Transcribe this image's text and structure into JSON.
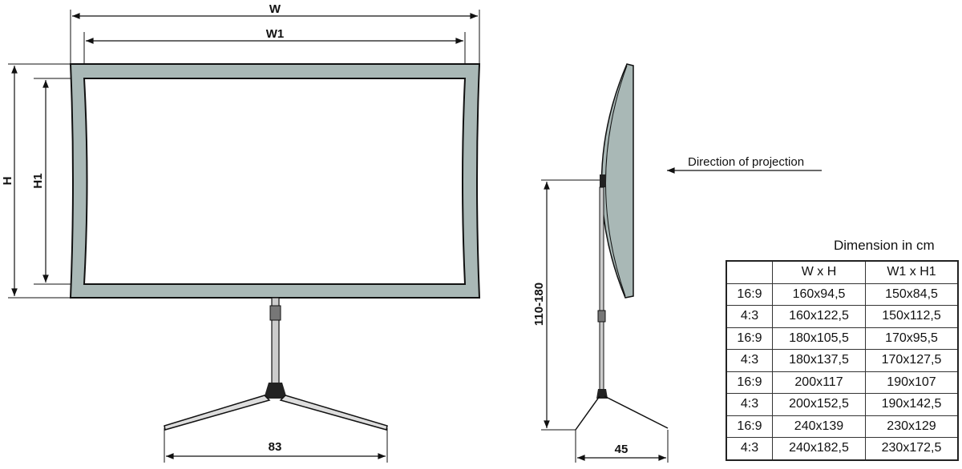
{
  "labels": {
    "w": "W",
    "w1": "W1",
    "h": "H",
    "h1": "H1",
    "base_width": "83",
    "height_range": "110-180",
    "side_base": "45",
    "direction": "Direction of projection"
  },
  "colors": {
    "frame": "#a9b8b6",
    "line": "#111111"
  },
  "table": {
    "title": "Dimension in cm",
    "headers": [
      "",
      "W x H",
      "W1 x H1"
    ],
    "rows": [
      [
        "16:9",
        "160x94,5",
        "150x84,5"
      ],
      [
        "4:3",
        "160x122,5",
        "150x112,5"
      ],
      [
        "16:9",
        "180x105,5",
        "170x95,5"
      ],
      [
        "4:3",
        "180x137,5",
        "170x127,5"
      ],
      [
        "16:9",
        "200x117",
        "190x107"
      ],
      [
        "4:3",
        "200x152,5",
        "190x142,5"
      ],
      [
        "16:9",
        "240x139",
        "230x129"
      ],
      [
        "4:3",
        "240x182,5",
        "230x172,5"
      ]
    ]
  }
}
